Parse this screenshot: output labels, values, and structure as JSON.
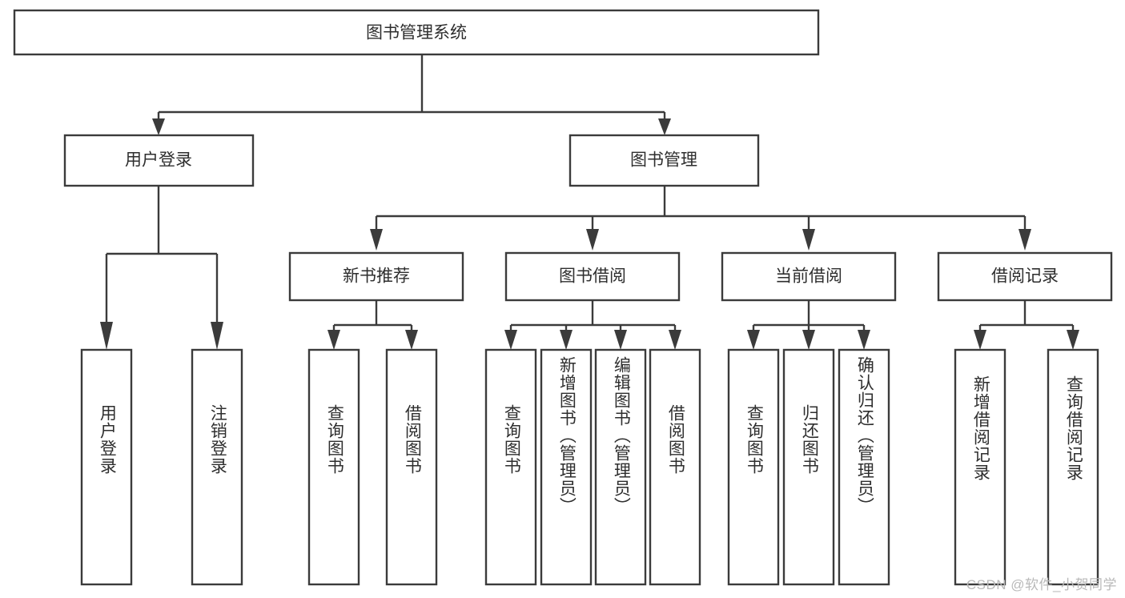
{
  "diagram": {
    "type": "tree-hierarchy-flowchart",
    "title": "图书管理系统",
    "root": {
      "label": "图书管理系统",
      "orientation": "horizontal"
    },
    "level2": [
      {
        "label": "用户登录",
        "orientation": "horizontal"
      },
      {
        "label": "图书管理",
        "orientation": "horizontal"
      }
    ],
    "level3": [
      {
        "label": "新书推荐",
        "orientation": "horizontal"
      },
      {
        "label": "图书借阅",
        "orientation": "horizontal"
      },
      {
        "label": "当前借阅",
        "orientation": "horizontal"
      },
      {
        "label": "借阅记录",
        "orientation": "horizontal"
      }
    ],
    "leaves": {
      "user_login": [
        {
          "label": "用户登录",
          "orientation": "vertical"
        },
        {
          "label": "注销登录",
          "orientation": "vertical"
        }
      ],
      "new_book_recommend": [
        {
          "label": "查询图书",
          "orientation": "vertical"
        },
        {
          "label": "借阅图书",
          "orientation": "vertical"
        }
      ],
      "book_borrow": [
        {
          "label": "查询图书",
          "orientation": "vertical"
        },
        {
          "label": "新增图书（管理员）",
          "orientation": "vertical"
        },
        {
          "label": "编辑图书（管理员）",
          "orientation": "vertical"
        },
        {
          "label": "借阅图书",
          "orientation": "vertical"
        }
      ],
      "current_borrow": [
        {
          "label": "查询图书",
          "orientation": "vertical"
        },
        {
          "label": "归还图书",
          "orientation": "vertical"
        },
        {
          "label": "确认归还（管理员）",
          "orientation": "vertical"
        }
      ],
      "borrow_record": [
        {
          "label": "新增借阅记录",
          "orientation": "vertical"
        },
        {
          "label": "查询借阅记录",
          "orientation": "vertical"
        }
      ]
    },
    "colors": {
      "stroke": "#3b3b3b",
      "fill": "#ffffff",
      "text": "#2e2e2e",
      "watermark": "#b9b9b9",
      "background": "#ffffff"
    }
  },
  "watermark": {
    "text": "CSDN @软件_小贺同学"
  }
}
